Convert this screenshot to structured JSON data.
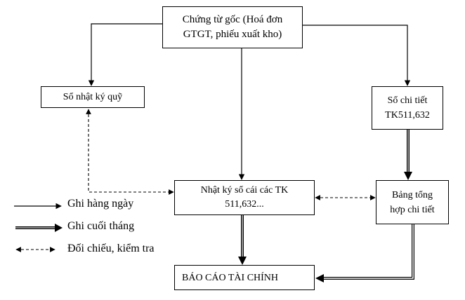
{
  "diagram": {
    "boxes": {
      "source_documents": [
        "Chứng từ gốc (Hoá đơn",
        "GTGT, phiếu xuất kho)"
      ],
      "cash_journal": [
        "Sổ nhật ký quỹ"
      ],
      "detail_ledger": [
        "Sổ chi tiết",
        "TK511,632"
      ],
      "general_journal_ledger": [
        "Nhật ký sổ cái các TK",
        "511,632..."
      ],
      "detail_summary": [
        "Bảng tổng",
        "hợp chi tiết"
      ],
      "financial_report": [
        "BÁO CÁO TÀI CHÍNH"
      ]
    },
    "edges": [
      {
        "from": "source_documents",
        "to": "cash_journal",
        "style": "daily"
      },
      {
        "from": "source_documents",
        "to": "general_journal_ledger",
        "style": "daily"
      },
      {
        "from": "source_documents",
        "to": "detail_ledger",
        "style": "daily"
      },
      {
        "from": "detail_ledger",
        "to": "detail_summary",
        "style": "month_end"
      },
      {
        "from": "general_journal_ledger",
        "to": "financial_report",
        "style": "month_end"
      },
      {
        "from": "detail_summary",
        "to": "financial_report",
        "style": "month_end"
      },
      {
        "from": "cash_journal",
        "to": "general_journal_ledger",
        "style": "reconcile"
      },
      {
        "from": "general_journal_ledger",
        "to": "detail_summary",
        "style": "reconcile"
      }
    ],
    "legend": {
      "daily": "Ghi hàng ngày",
      "month_end": "Ghi cuối tháng",
      "reconcile": "Đối chiếu, kiểm tra"
    }
  }
}
